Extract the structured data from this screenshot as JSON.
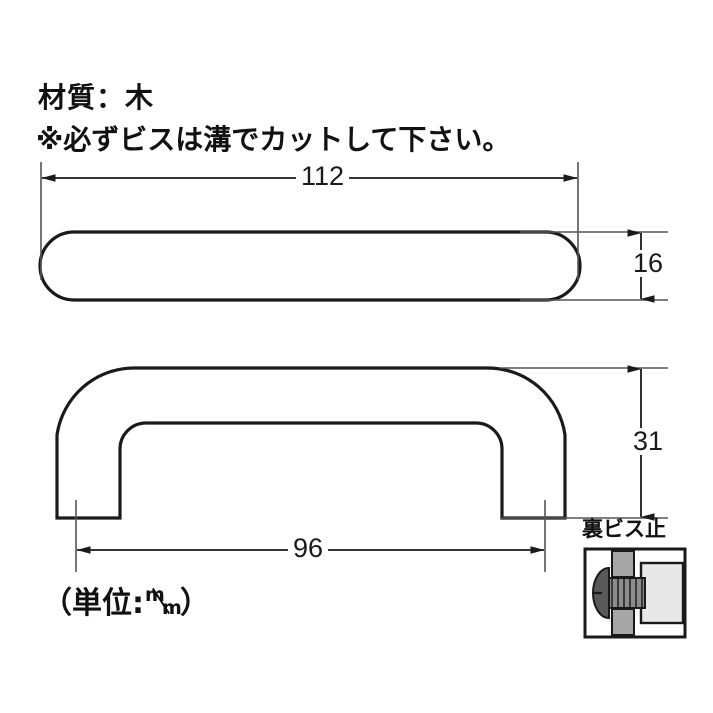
{
  "drawing": {
    "title": "wood handle technical drawing",
    "notes": {
      "material": "材質：木",
      "screw_instruction": "※必ずビスは溝でカットして下さい。",
      "unit_prefix": "（単位:",
      "unit_numerator": "m",
      "unit_denominator": "m",
      "unit_suffix": "）"
    },
    "dimensions": {
      "overall_length": "112",
      "center_to_center": "96",
      "thickness": "16",
      "height": "31"
    },
    "detail": {
      "label": "裏ビス止"
    },
    "colors": {
      "line": "#1a1a1a",
      "text": "#111111",
      "screw_head": "#595959",
      "screw_thread": "#8c8c8c",
      "post_gray": "#a6a6a6",
      "block_light": "#e8e8e8",
      "background": "#ffffff"
    }
  }
}
